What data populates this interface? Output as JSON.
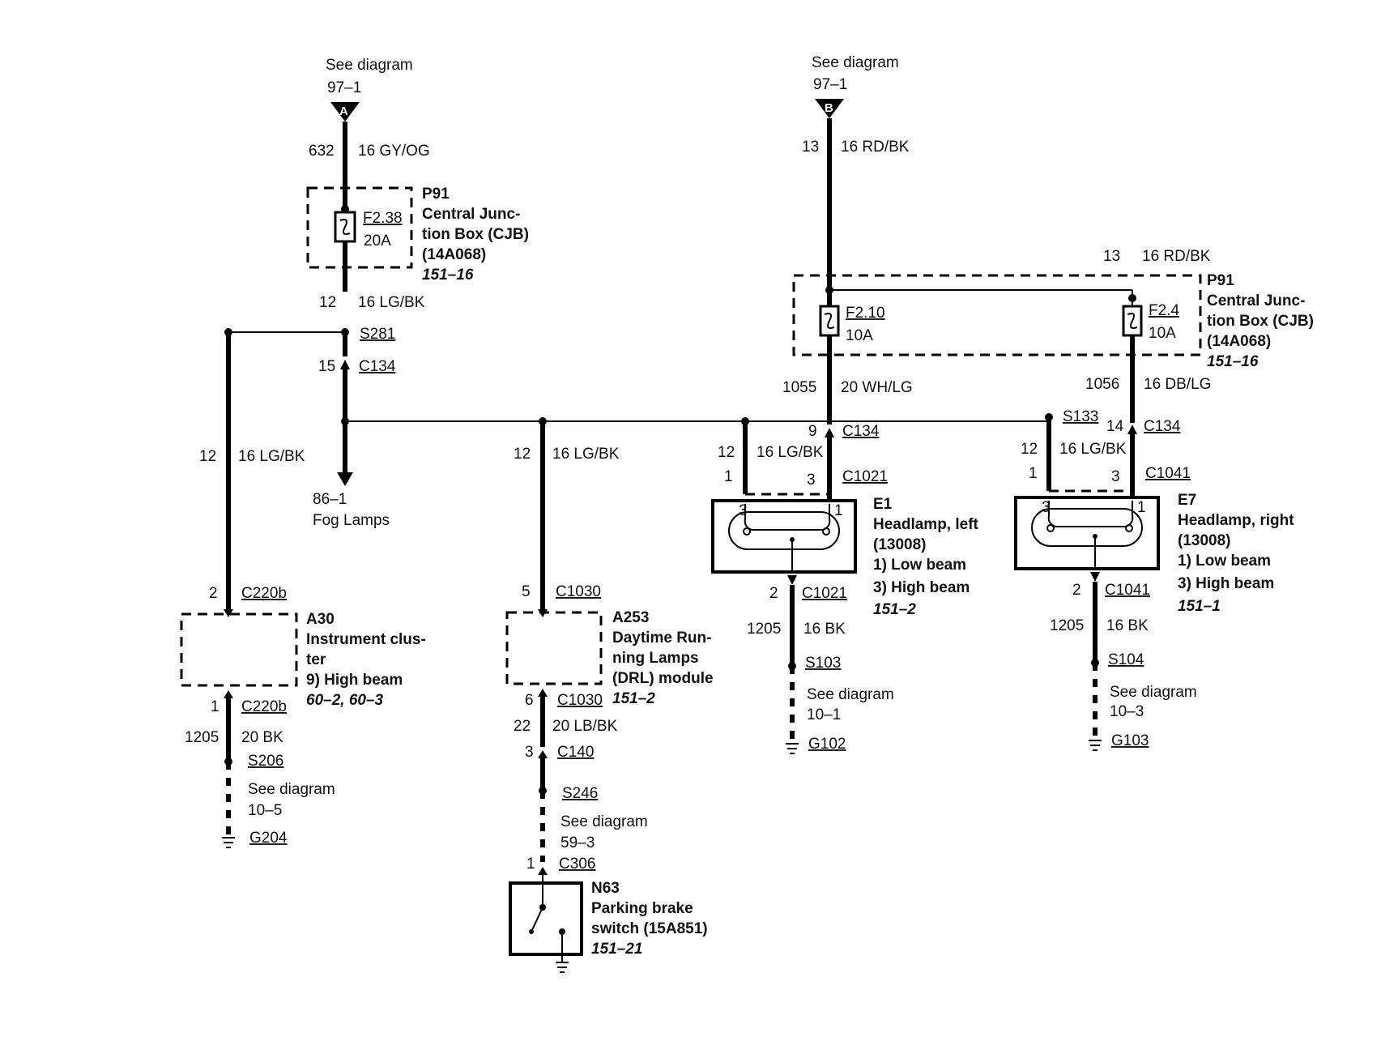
{
  "colors": {
    "line": "#000000",
    "background": "#ffffff"
  },
  "refs": {
    "a": {
      "l1": "See diagram",
      "l2": "97–1",
      "letter": "A"
    },
    "b": {
      "l1": "See diagram",
      "l2": "97–1",
      "letter": "B"
    }
  },
  "wires": {
    "w632": {
      "num": "632",
      "gauge": "16 GY/OG"
    },
    "w12a": {
      "num": "12",
      "gauge": "16 LG/BK"
    },
    "w12b": {
      "num": "12",
      "gauge": "16 LG/BK"
    },
    "w12c": {
      "num": "12",
      "gauge": "16 LG/BK"
    },
    "w12d": {
      "num": "12",
      "gauge": "16 LG/BK"
    },
    "w12e": {
      "num": "12",
      "gauge": "16 LG/BK"
    },
    "w13a": {
      "num": "13",
      "gauge": "16 RD/BK"
    },
    "w13b": {
      "num": "13",
      "gauge": "16 RD/BK"
    },
    "w1055": {
      "num": "1055",
      "gauge": "20 WH/LG"
    },
    "w1056": {
      "num": "1056",
      "gauge": "16 DB/LG"
    },
    "w1205a": {
      "num": "1205",
      "gauge": "20 BK"
    },
    "w22": {
      "num": "22",
      "gauge": "20 LB/BK"
    },
    "w1205b": {
      "num": "1205",
      "gauge": "16 BK"
    },
    "w1205c": {
      "num": "1205",
      "gauge": "16 BK"
    }
  },
  "cjb_left": {
    "id": "P91",
    "l1": "Central Junc-",
    "l2": "tion Box (CJB)",
    "l3": "(14A068)",
    "ref": "151–16",
    "fuse": "F2.38",
    "amp": "20A"
  },
  "cjb_right": {
    "id": "P91",
    "l1": "Central Junc-",
    "l2": "tion Box (CJB)",
    "l3": "(14A068)",
    "ref": "151–16",
    "fuse1": "F2.10",
    "amp1": "10A",
    "fuse2": "F2.4",
    "amp2": "10A"
  },
  "fog": {
    "ref": "86–1",
    "label": "Fog Lamps"
  },
  "connectors": {
    "s281": "S281",
    "c134a_pin": "15",
    "c134a": "C134",
    "c134b_pin": "9",
    "c134b": "C134",
    "s133": "S133",
    "c134c_pin": "14",
    "c134c": "C134",
    "c220b_top_pin": "2",
    "c220b_top": "C220b",
    "c220b_bot_pin": "1",
    "c220b_bot": "C220b",
    "s206": "S206",
    "g204": "G204",
    "c1030_top_pin": "5",
    "c1030_top": "C1030",
    "c1030_bot_pin": "6",
    "c1030_bot": "C1030",
    "c140_pin": "3",
    "c140": "C140",
    "s246": "S246",
    "c306_pin": "1",
    "c306": "C306",
    "c1021_pin1": "1",
    "c1021_pin3": "3",
    "c1021": "C1021",
    "c1021b_pin": "2",
    "c1021b": "C1021",
    "s103": "S103",
    "g102": "G102",
    "c1041_pin1": "1",
    "c1041_pin3": "3",
    "c1041": "C1041",
    "c1041b_pin": "2",
    "c1041b": "C1041",
    "s104": "S104",
    "g103": "G103"
  },
  "see": {
    "s206": {
      "l1": "See diagram",
      "l2": "10–5"
    },
    "s246": {
      "l1": "See diagram",
      "l2": "59–3"
    },
    "s103": {
      "l1": "See diagram",
      "l2": "10–1"
    },
    "s104": {
      "l1": "See diagram",
      "l2": "10–3"
    }
  },
  "a30": {
    "id": "A30",
    "l1": "Instrument clus-",
    "l2": "ter",
    "l3": "9)    High beam",
    "ref": "60–2, 60–3"
  },
  "a253": {
    "id": "A253",
    "l1": "Daytime Run-",
    "l2": "ning Lamps",
    "l3": "(DRL) module",
    "ref": "151–2"
  },
  "n63": {
    "id": "N63",
    "l1": "Parking brake",
    "l2": "switch (15A851)",
    "ref": "151–21"
  },
  "e1": {
    "id": "E1",
    "l1": "Headlamp, left",
    "l2": "(13008)",
    "l3": "1)    Low beam",
    "l4": "3)    High beam",
    "ref": "151–2",
    "p_left": "3",
    "p_right": "1"
  },
  "e7": {
    "id": "E7",
    "l1": "Headlamp, right",
    "l2": "(13008)",
    "l3": "1)    Low beam",
    "l4": "3)    High beam",
    "ref": "151–1",
    "p_left": "3",
    "p_right": "1"
  }
}
